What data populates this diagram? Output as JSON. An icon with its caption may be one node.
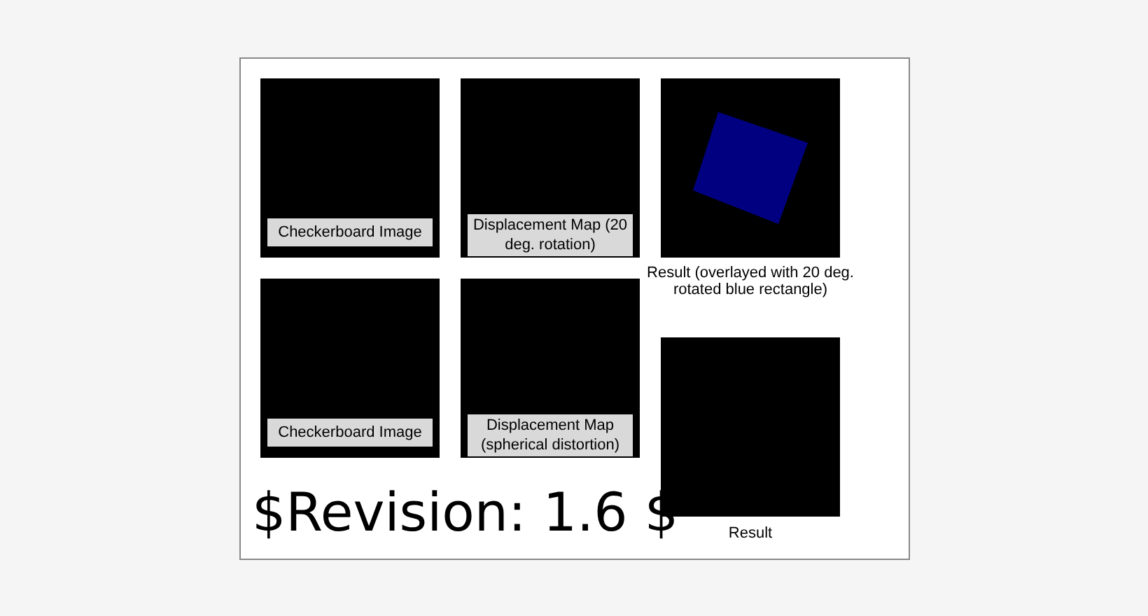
{
  "diagram": {
    "nodes": [
      {
        "text": [],
        "shape": "box"
      },
      {
        "text": [],
        "shape": "box",
        "in": 0
      },
      {
        "text": [
          "Checkerboard Image"
        ],
        "in": 1
      },
      {
        "text": [],
        "shape": "box",
        "in": 0
      },
      {
        "text": [
          "Displacement Map (20 deg. rotation)"
        ],
        "in": 3
      },
      {
        "text": [],
        "shape": "picture",
        "in": 0,
        "beside": [
          "Result (overlayed with 20 deg. rotated blue rectangle)"
        ]
      },
      {
        "text": [],
        "shape": "box",
        "in": 0
      },
      {
        "text": [
          "Checkerboard Image"
        ],
        "in": 6
      },
      {
        "text": [],
        "shape": "box",
        "in": 0
      },
      {
        "text": [
          "Displacement Map (spherical distortion)"
        ],
        "in": 8
      },
      {
        "text": [],
        "shape": "box",
        "in": 0,
        "beside": [
          "Result"
        ]
      }
    ],
    "labels": [
      "$Revision: 1.6 $"
    ]
  }
}
